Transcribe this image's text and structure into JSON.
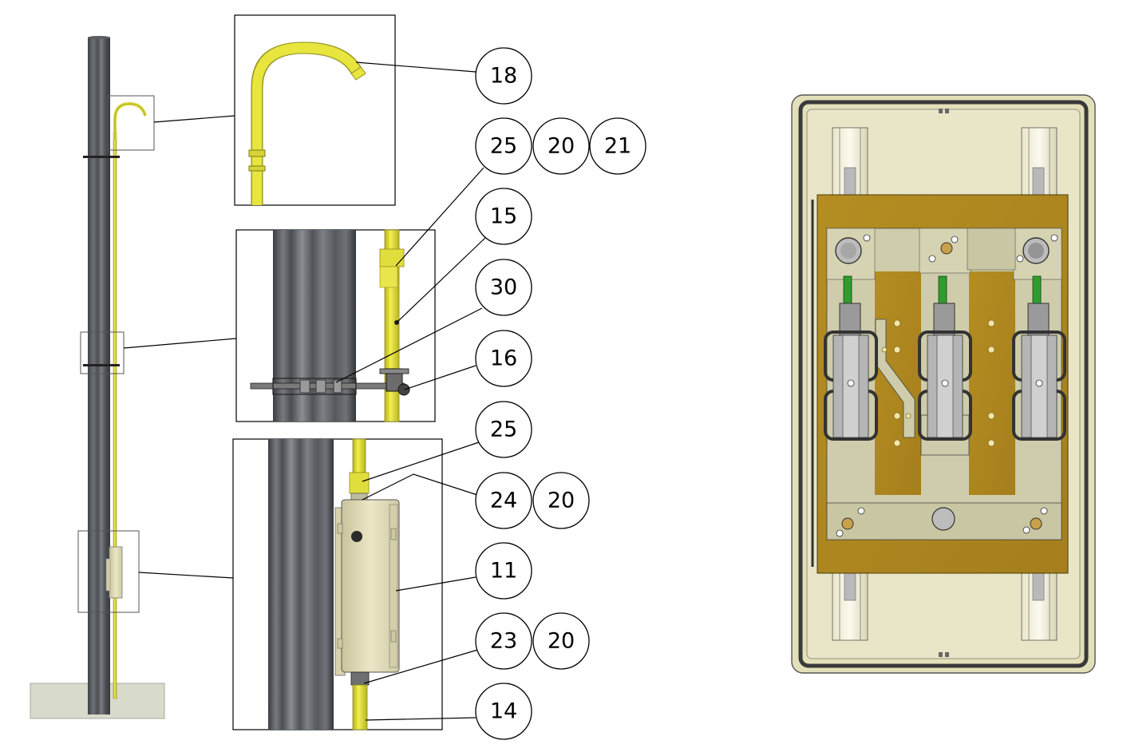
{
  "diagram": {
    "left": {
      "balloons": {
        "b18": "18",
        "b25a": "25",
        "b20a": "20",
        "b21": "21",
        "b15": "15",
        "b30": "30",
        "b16": "16",
        "b25b": "25",
        "b24": "24",
        "b20b": "20",
        "b11": "11",
        "b23": "23",
        "b20c": "20",
        "b14": "14"
      }
    },
    "right": {
      "panel": "switch-disconnector-enclosure"
    }
  },
  "colors": {
    "pole": "#5b5f63",
    "pole_light": "#8f9396",
    "conduit": "#e3e33c",
    "conduit_dark": "#a9a61e",
    "enclosure": "#e6e2bd",
    "panel_brass": "#b08a22",
    "metal": "#c6c6a6",
    "ground": "#d9dccd"
  }
}
